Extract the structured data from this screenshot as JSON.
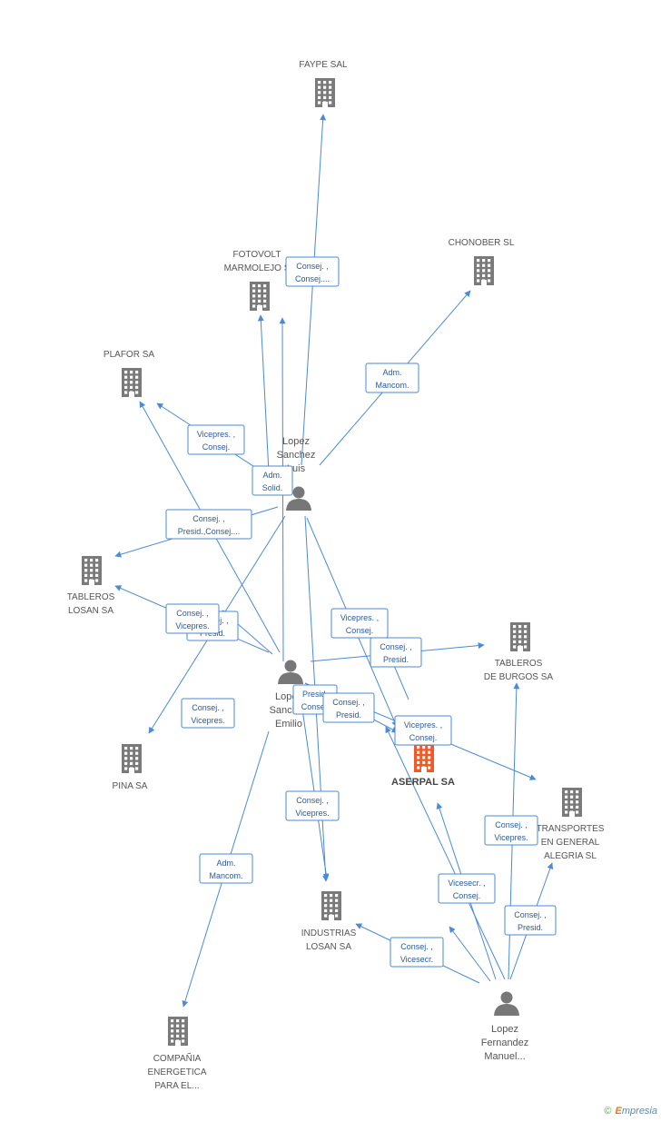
{
  "companies": [
    {
      "id": "faype",
      "lines": [
        "FAYPE SAL"
      ],
      "focal": false
    },
    {
      "id": "chonober",
      "lines": [
        "CHONOBER SL"
      ],
      "focal": false
    },
    {
      "id": "fotovolt",
      "lines": [
        "FOTOVOLT",
        "MARMOLEJO S"
      ],
      "focal": false
    },
    {
      "id": "plafor",
      "lines": [
        "PLAFOR SA"
      ],
      "focal": false
    },
    {
      "id": "tableros-losan",
      "lines": [
        "TABLEROS",
        "LOSAN SA"
      ],
      "focal": false
    },
    {
      "id": "tableros-burgos",
      "lines": [
        "TABLEROS",
        "DE BURGOS SA"
      ],
      "focal": false
    },
    {
      "id": "pina",
      "lines": [
        "PINA SA"
      ],
      "focal": false
    },
    {
      "id": "aserpal",
      "lines": [
        "ASERPAL SA"
      ],
      "focal": true
    },
    {
      "id": "transportes",
      "lines": [
        "TRANSPORTES",
        "EN GENERAL",
        "ALEGRIA SL"
      ],
      "focal": false
    },
    {
      "id": "industrias",
      "lines": [
        "INDUSTRIAS",
        "LOSAN SA"
      ],
      "focal": false
    },
    {
      "id": "compania",
      "lines": [
        "COMPAÑIA",
        "ENERGETICA",
        "PARA EL..."
      ],
      "focal": false
    }
  ],
  "persons": [
    {
      "id": "luis",
      "lines": [
        "Lopez",
        "Sanchez",
        "Luis"
      ]
    },
    {
      "id": "emilio",
      "lines": [
        "Lopez",
        "Sanchez",
        "Emilio"
      ]
    },
    {
      "id": "manuel",
      "lines": [
        "Lopez",
        "Fernandez",
        "Manuel..."
      ]
    }
  ],
  "relations": [
    {
      "id": "r1",
      "lines": [
        "Consej. ,",
        "Consej...."
      ]
    },
    {
      "id": "r2",
      "lines": [
        "Adm.",
        "Mancom."
      ]
    },
    {
      "id": "r3",
      "lines": [
        "Vicepres. ,",
        "Consej."
      ]
    },
    {
      "id": "r4",
      "lines": [
        "Adm.",
        "Solid."
      ]
    },
    {
      "id": "r5",
      "lines": [
        "Consej. ,",
        "Presid.,Consej...."
      ]
    },
    {
      "id": "r6",
      "lines": [
        "Consej. ,",
        "Presid."
      ]
    },
    {
      "id": "r7",
      "lines": [
        "Consej. ,",
        "Vicepres."
      ]
    },
    {
      "id": "r8",
      "lines": [
        "Vicepres. ,",
        "Consej."
      ]
    },
    {
      "id": "r9",
      "lines": [
        "Consej. ,",
        "Presid."
      ]
    },
    {
      "id": "r10",
      "lines": [
        "Consej. ,",
        "Vicepres."
      ]
    },
    {
      "id": "r11",
      "lines": [
        "Presid.",
        "Consej."
      ]
    },
    {
      "id": "r12",
      "lines": [
        "Consej. ,",
        "Presid."
      ]
    },
    {
      "id": "r13",
      "lines": [
        "Vicepres. ,",
        "Consej."
      ]
    },
    {
      "id": "r14",
      "lines": [
        "Consej. ,",
        "Vicepres."
      ]
    },
    {
      "id": "r15",
      "lines": [
        "Consej. ,",
        "Vicepres."
      ]
    },
    {
      "id": "r16",
      "lines": [
        "Adm.",
        "Mancom."
      ]
    },
    {
      "id": "r17",
      "lines": [
        "Vicesecr. ,",
        "Consej."
      ]
    },
    {
      "id": "r18",
      "lines": [
        "Consej. ,",
        "Presid."
      ]
    },
    {
      "id": "r19",
      "lines": [
        "Consej. ,",
        "Vicesecr."
      ]
    },
    {
      "id": "r20",
      "lines": [
        "Consej. ,",
        "Vicepres."
      ]
    }
  ],
  "colors": {
    "edge": "#4a8ad6",
    "building": "#7a7a7a",
    "focal": "#f05a28",
    "person": "#777777"
  },
  "brand": {
    "copyright": "©",
    "initial": "E",
    "name": "mpresia"
  }
}
